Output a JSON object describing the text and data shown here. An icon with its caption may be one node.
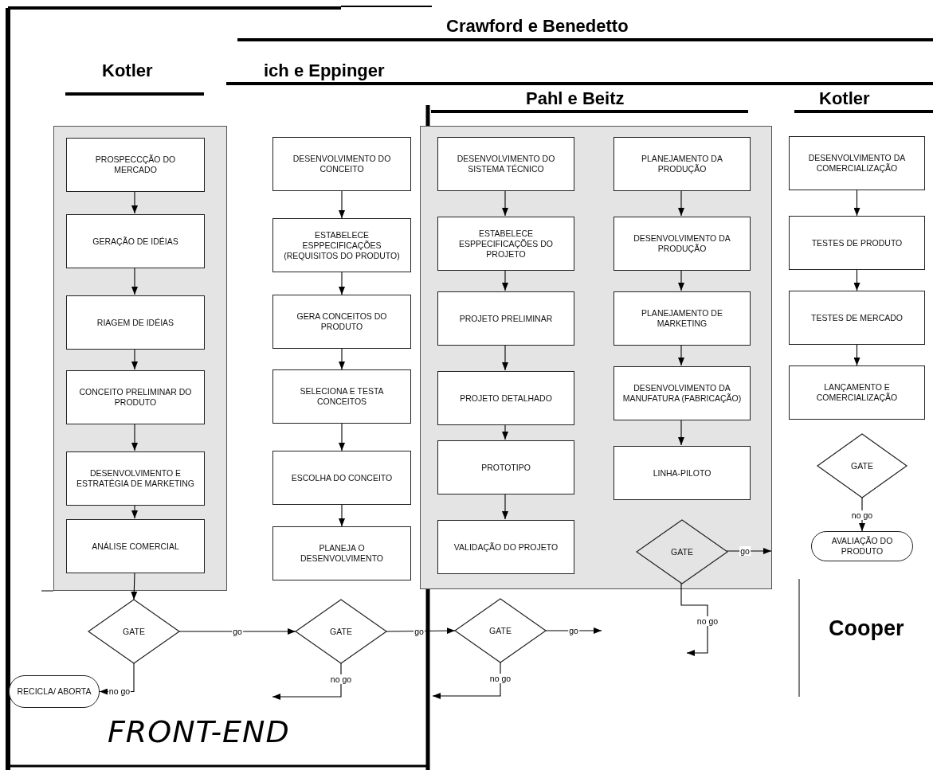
{
  "diagram": {
    "nodes": [
      {
        "text": [],
        "shape": "box"
      },
      {
        "text": [
          "PROSPECCÇÃO DO MERCADO"
        ],
        "in": 0
      },
      {
        "text": [
          "GERAÇÃO DE IDÉIAS"
        ],
        "in": 0
      },
      {
        "text": [
          "RIAGEM DE IDÉIAS"
        ],
        "in": 0
      },
      {
        "text": [
          "CONCEITO PRELIMINAR DO PRODUTO"
        ],
        "in": 0
      },
      {
        "text": [
          "DESENVOLVIMENTO E ESTRATÉGIA DE MARKETING"
        ],
        "in": 0
      },
      {
        "text": [
          "ANÁLISE COMERCIAL"
        ],
        "in": 0
      },
      {
        "text": [
          "DESENVOLVIMENTO DO CONCEITO"
        ]
      },
      {
        "text": [
          "ESTABELECE ESPPECIFICAÇÕES (REQUISITOS DO PRODUTO)"
        ]
      },
      {
        "text": [
          "GERA CONCEITOS DO PRODUTO"
        ]
      },
      {
        "text": [
          "SELECIONA E TESTA CONCEITOS"
        ]
      },
      {
        "text": [
          "ESCOLHA DO CONCEITO"
        ]
      },
      {
        "text": [
          "PLANEJA O DESENVOLVIMENTO"
        ]
      },
      {
        "text": [],
        "shape": "box"
      },
      {
        "text": [
          "DESENVOLVIMENTO DO SISTEMA TÉCNICO"
        ],
        "in": 13
      },
      {
        "text": [
          "ESTABELECE ESPPECIFICAÇÕES DO PROJETO"
        ],
        "in": 13
      },
      {
        "text": [
          "PROJETO PRELIMINAR"
        ],
        "in": 13
      },
      {
        "text": [
          "PROJETO DETALHADO"
        ],
        "in": 13
      },
      {
        "text": [
          "PROTOTIPO"
        ],
        "in": 13
      },
      {
        "text": [
          "VALIDAÇÃO DO PROJETO"
        ],
        "in": 13
      },
      {
        "text": [
          "PLANEJAMENTO DA PRODUÇÃO"
        ],
        "in": 13
      },
      {
        "text": [
          "DESENVOLVIMENTO DA PRODUÇÃO"
        ],
        "in": 13
      },
      {
        "text": [
          "PLANEJAMENTO DE MARKETING"
        ],
        "in": 13
      },
      {
        "text": [
          "DESENVOLVIMENTO DA MANUFATURA (FABRICAÇÃO)"
        ],
        "in": 13
      },
      {
        "text": [
          "LINHA-PILOTO"
        ],
        "in": 13
      },
      {
        "text": [
          "GATE"
        ],
        "in": 13
      },
      {
        "text": [
          "DESENVOLVIMENTO DA COMERCIALIZAÇÃO"
        ]
      },
      {
        "text": [
          "TESTES DE PRODUTO"
        ]
      },
      {
        "text": [
          "TESTES DE MERCADO"
        ]
      },
      {
        "text": [
          "LANÇAMENTO E COMERCIALIZAÇÃO"
        ]
      },
      {
        "text": [
          "GATE"
        ]
      },
      {
        "text": [
          "AVALIAÇÃO DO PRODUTO"
        ]
      },
      {
        "text": [
          "GATE"
        ]
      },
      {
        "text": [
          "GATE"
        ]
      },
      {
        "text": [
          "GATE"
        ]
      },
      {
        "text": [
          "RECICLA/ ABORTA"
        ]
      }
    ],
    "edges": [
      {
        "from": 1,
        "to": 2,
        "arrow": "to"
      },
      {
        "from": 2,
        "to": 3,
        "arrow": "to"
      },
      {
        "from": 3,
        "to": 4,
        "arrow": "to"
      },
      {
        "from": 4,
        "to": 5,
        "arrow": "to"
      },
      {
        "from": 5,
        "to": 6,
        "arrow": "to"
      },
      {
        "from": 6,
        "to": 32,
        "arrow": "to"
      },
      {
        "from": 7,
        "to": 8,
        "arrow": "to"
      },
      {
        "from": 8,
        "to": 9,
        "arrow": "to"
      },
      {
        "from": 9,
        "to": 10,
        "arrow": "to"
      },
      {
        "from": 10,
        "to": 11,
        "arrow": "to"
      },
      {
        "from": 11,
        "to": 12,
        "arrow": "to"
      },
      {
        "from": 14,
        "to": 15,
        "arrow": "to"
      },
      {
        "from": 15,
        "to": 16,
        "arrow": "to"
      },
      {
        "from": 16,
        "to": 17,
        "arrow": "to"
      },
      {
        "from": 17,
        "to": 18,
        "arrow": "to"
      },
      {
        "from": 18,
        "to": 19,
        "arrow": "to"
      },
      {
        "from": 20,
        "to": 21,
        "arrow": "to"
      },
      {
        "from": 21,
        "to": 22,
        "arrow": "to"
      },
      {
        "from": 22,
        "to": 23,
        "arrow": "to"
      },
      {
        "from": 23,
        "to": 24,
        "arrow": "to"
      },
      {
        "from": 26,
        "to": 27,
        "arrow": "to"
      },
      {
        "from": 27,
        "to": 28,
        "arrow": "to"
      },
      {
        "from": 28,
        "to": 29,
        "arrow": "to"
      },
      {
        "from": 30,
        "to": 31,
        "label": "no go",
        "arrow": "to"
      },
      {
        "from": 25,
        "to": null,
        "label": "go",
        "arrow": "to"
      },
      {
        "from": 25,
        "to": null,
        "label": "no go",
        "arrow": "to"
      },
      {
        "from": 32,
        "to": 33,
        "label": "go",
        "arrow": "to"
      },
      {
        "from": 32,
        "to": 35,
        "label": "no go",
        "arrow": "to"
      },
      {
        "from": 33,
        "to": 34,
        "label": "go",
        "arrow": "to"
      },
      {
        "from": 33,
        "to": null,
        "label": "no go",
        "arrow": "to"
      },
      {
        "from": 34,
        "to": null,
        "label": "go",
        "arrow": "to"
      },
      {
        "from": 34,
        "to": null,
        "label": "no go",
        "arrow": "to"
      }
    ],
    "labels": [
      "Crawford e Benedetto",
      "Kotler",
      "ich e Eppinger",
      "Pahl e Beitz",
      "Kotler",
      "Cooper",
      "FRONT-END"
    ]
  }
}
